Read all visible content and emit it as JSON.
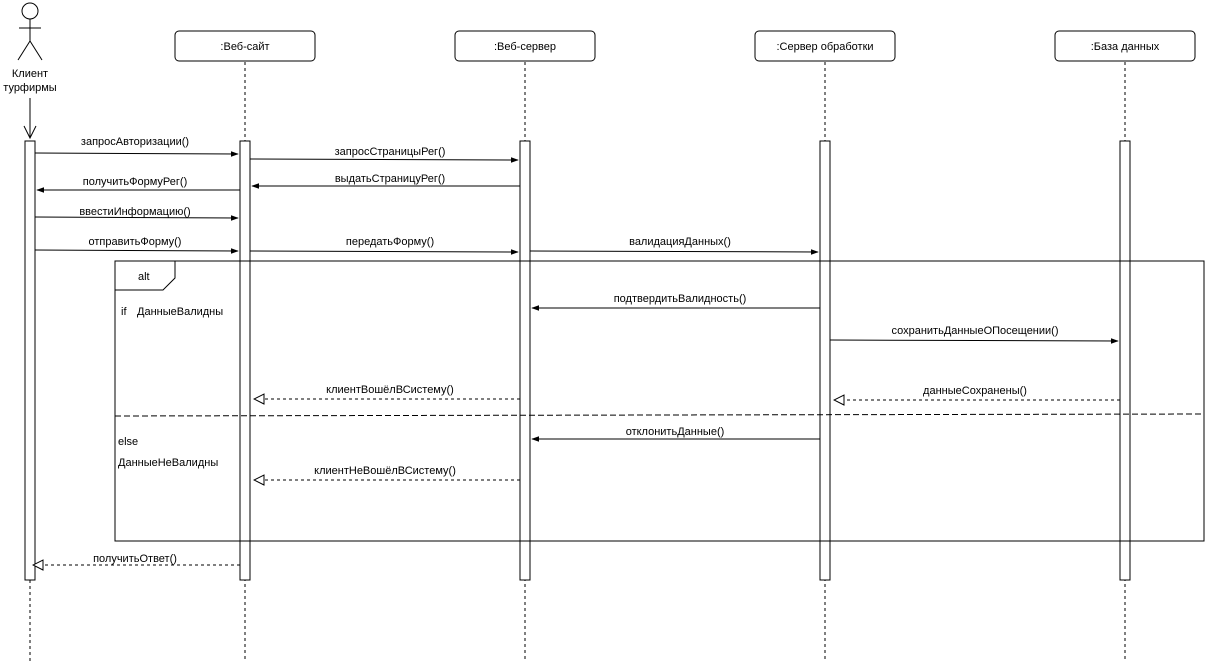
{
  "actor": {
    "name_line1": "Клиент",
    "name_line2": "турфирмы"
  },
  "participants": [
    {
      "id": "site",
      "label": ":Веб-сайт"
    },
    {
      "id": "server",
      "label": ":Веб-сервер"
    },
    {
      "id": "proc",
      "label": ":Сервер обработки"
    },
    {
      "id": "db",
      "label": ":База данных"
    }
  ],
  "messages": [
    {
      "label": "запросАвторизации()",
      "from": "actor",
      "to": "site",
      "type": "sync"
    },
    {
      "label": "запросСтраницыРег()",
      "from": "site",
      "to": "server",
      "type": "sync"
    },
    {
      "label": "выдатьСтраницуРег()",
      "from": "server",
      "to": "site",
      "type": "sync"
    },
    {
      "label": "получитьФормуРег()",
      "from": "site",
      "to": "actor",
      "type": "sync"
    },
    {
      "label": "ввестиИнформацию()",
      "from": "actor",
      "to": "site",
      "type": "sync"
    },
    {
      "label": "отправитьФорму()",
      "from": "actor",
      "to": "site",
      "type": "sync"
    },
    {
      "label": "передатьФорму()",
      "from": "site",
      "to": "server",
      "type": "sync"
    },
    {
      "label": "валидацияДанных()",
      "from": "server",
      "to": "proc",
      "type": "sync"
    },
    {
      "label": "подтвердитьВалидность()",
      "from": "proc",
      "to": "server",
      "type": "sync"
    },
    {
      "label": "сохранитьДанныеОПосещении()",
      "from": "proc",
      "to": "db",
      "type": "sync"
    },
    {
      "label": "клиентВошёлВСистему()",
      "from": "server",
      "to": "site",
      "type": "return"
    },
    {
      "label": "данныеСохранены()",
      "from": "db",
      "to": "proc",
      "type": "return"
    },
    {
      "label": "отклонитьДанные()",
      "from": "proc",
      "to": "server",
      "type": "sync"
    },
    {
      "label": "клиентНеВошёлВСистему()",
      "from": "server",
      "to": "site",
      "type": "return"
    },
    {
      "label": "получитьОтвет()",
      "from": "site",
      "to": "actor",
      "type": "return"
    }
  ],
  "fragment": {
    "operator": "alt",
    "guard_if_keyword": "if",
    "guard_if_condition": "ДанныеВалидны",
    "guard_else_keyword": "else",
    "guard_else_condition": "ДанныеНеВалидны"
  }
}
